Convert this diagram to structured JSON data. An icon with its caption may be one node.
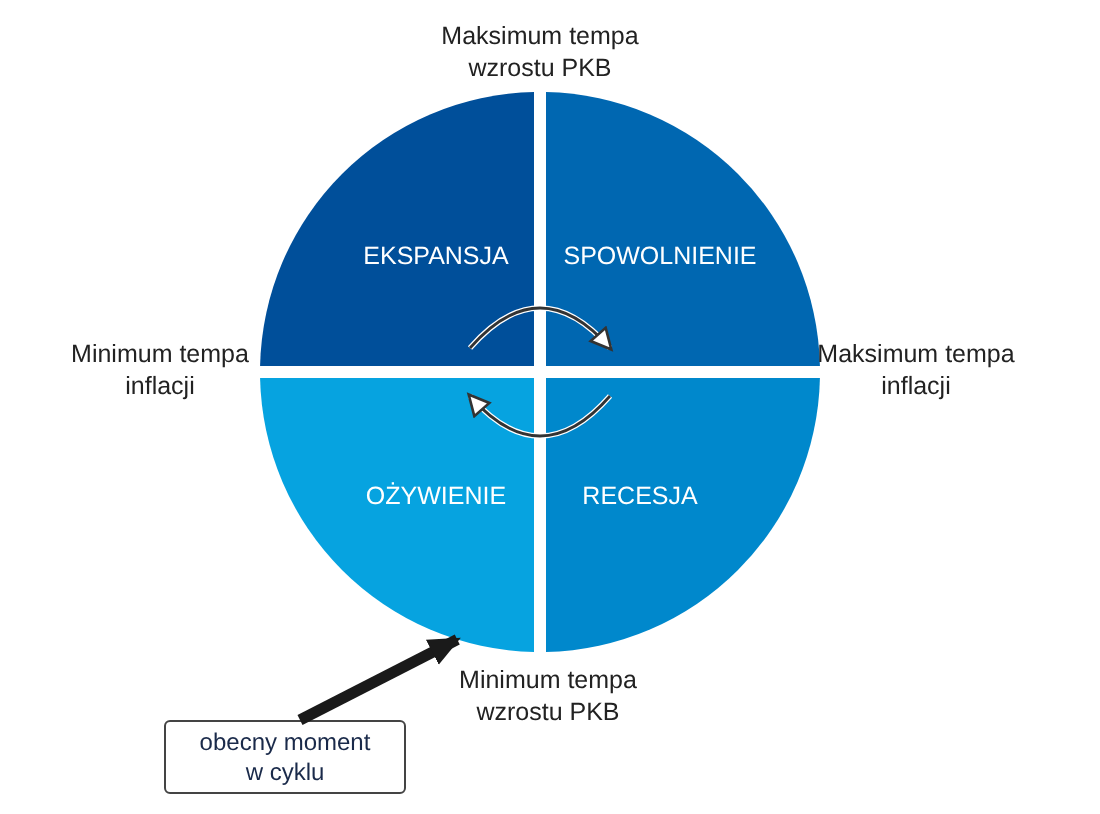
{
  "diagram": {
    "nodes": [
      {
        "text": [
          "EKSPANSJA"
        ]
      },
      {
        "text": [
          "SPOWOLNIENIE"
        ]
      },
      {
        "text": [
          "OŻYWIENIE"
        ]
      },
      {
        "text": [
          "RECESJA"
        ]
      },
      {
        "text": [
          "obecny moment w cyklu"
        ]
      }
    ],
    "edges": [
      {
        "from": 0,
        "to": 1,
        "arrow": "to"
      },
      {
        "from": 3,
        "to": 2,
        "arrow": "to"
      },
      {
        "from": 4,
        "to": 2,
        "arrow": "to",
        "style": "thick",
        "color": "#1a1a1a"
      }
    ],
    "labels": [
      "Maksimum tempa wzrostu PKB",
      "Minimum tempa inflacji",
      "Maksimum tempa inflacji",
      "Minimum tempa wzrostu PKB"
    ]
  }
}
